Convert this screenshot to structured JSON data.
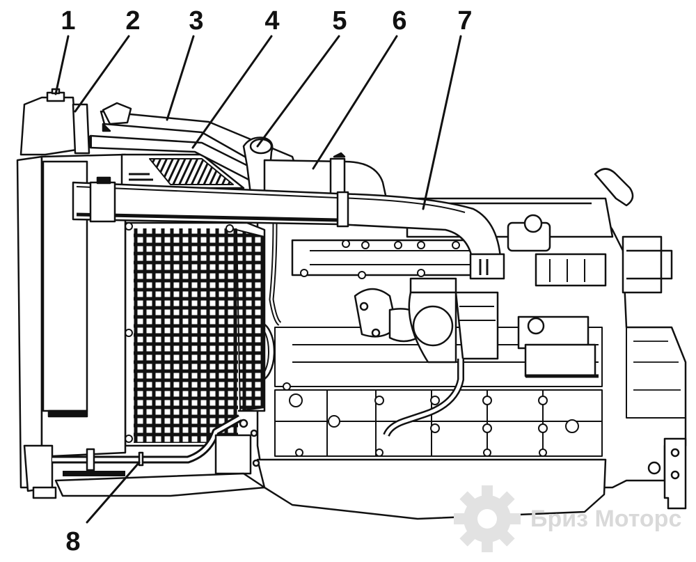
{
  "callouts": [
    {
      "id": "1",
      "label": "1"
    },
    {
      "id": "2",
      "label": "2"
    },
    {
      "id": "3",
      "label": "3"
    },
    {
      "id": "4",
      "label": "4"
    },
    {
      "id": "5",
      "label": "5"
    },
    {
      "id": "6",
      "label": "6"
    },
    {
      "id": "7",
      "label": "7"
    },
    {
      "id": "8",
      "label": "8"
    }
  ],
  "watermark": {
    "text": "Бриз Моторс",
    "icon": "gear-icon"
  },
  "colors": {
    "line": "#111111",
    "fill": "#ffffff",
    "watermark": "#d9d9d9"
  }
}
